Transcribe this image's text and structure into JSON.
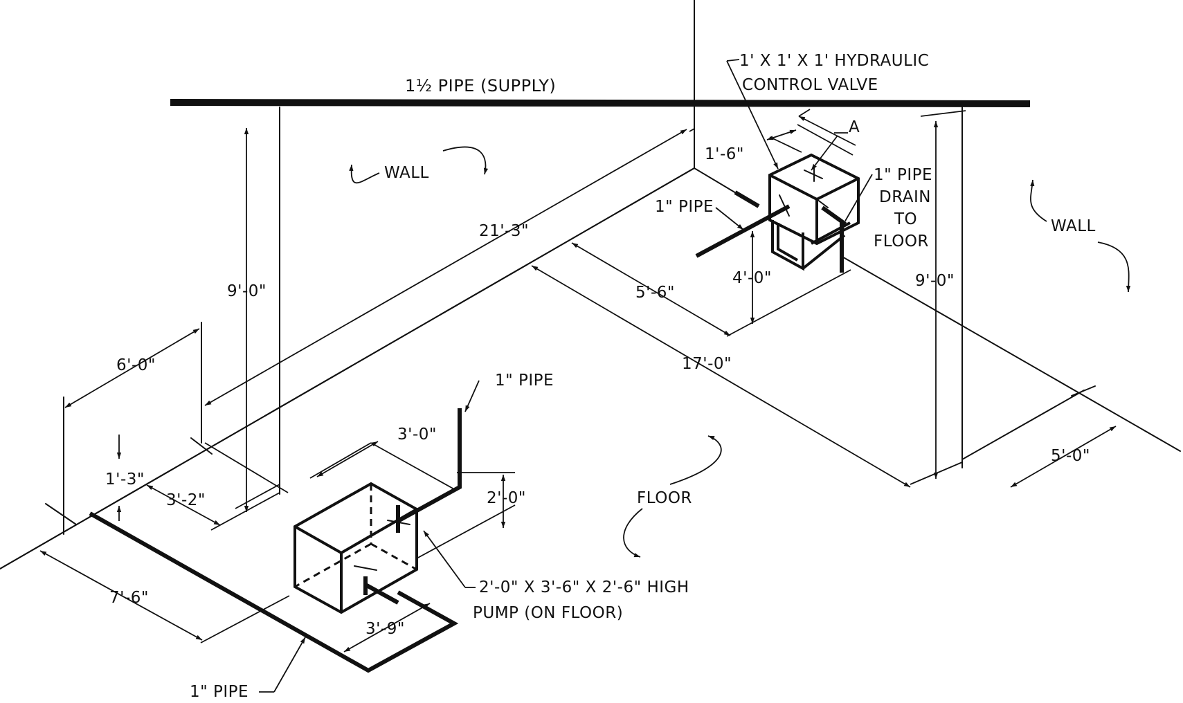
{
  "labels": {
    "supply_pipe": "1½ PIPE (SUPPLY)",
    "valve_line1": "1' X 1' X 1' HYDRAULIC",
    "valve_line2": "CONTROL VALVE",
    "marker_a": "A",
    "wall_left": "WALL",
    "wall_right": "WALL",
    "floor": "FLOOR",
    "pipe_inlet_valve": "1\" PIPE",
    "drain_line1": "1\" PIPE",
    "drain_line2": "DRAIN",
    "drain_line3": "TO",
    "drain_line4": "FLOOR",
    "pipe_riser": "1\" PIPE",
    "pipe_floor": "1\" PIPE",
    "pump_line1": "2'-0\" X 3'-6\" X 2'-6\" HIGH",
    "pump_line2": "PUMP (ON FLOOR)"
  },
  "dimensions": {
    "d_21_3": "21'-3\"",
    "d_9_0_left": "9'-0\"",
    "d_9_0_right": "9'-0\"",
    "d_6_0": "6'-0\"",
    "d_1_6": "1'-6\"",
    "d_5_6": "5'-6\"",
    "d_4_0": "4'-0\"",
    "d_17_0": "17'-0\"",
    "d_3_0": "3'-0\"",
    "d_2_0": "2'-0\"",
    "d_1_3": "1'-3\"",
    "d_3_2": "3'-2\"",
    "d_7_6": "7'-6\"",
    "d_3_9": "3'-9\"",
    "d_5_0": "5'-0\""
  }
}
